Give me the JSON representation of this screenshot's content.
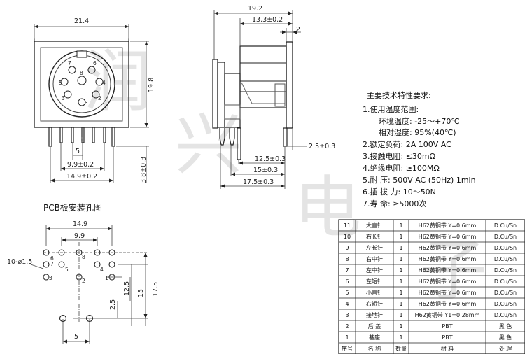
{
  "watermark": [
    "润",
    "兴",
    "电",
    "子"
  ],
  "front_view": {
    "dims": {
      "width": "21.4",
      "height": "19.8",
      "pin_pitch": "5",
      "spacing_a": "9.9±0.2",
      "spacing_b": "14.9±0.2",
      "lead": "3.8±0.3"
    },
    "pin_labels": [
      "7",
      "6",
      "8",
      "5",
      "4",
      "3",
      "2",
      "1"
    ]
  },
  "side_view": {
    "dims": {
      "depth": "19.2",
      "body": "13.3±0.2",
      "flange": "2",
      "pin_offset": "2.5±0.3",
      "row_1": "12.5±0.3",
      "row_2": "15±0.3",
      "row_3": "17.5±0.3"
    }
  },
  "specs": {
    "title": "主要技术特性要求:",
    "lines": [
      "1.使用温度范围:",
      "环境温度: -25～+70℃",
      "相对湿度: 95%(40℃)",
      "2.额定负荷: 2A 100V AC",
      "3.接触电阻: ≤30mΩ",
      "4.绝缘电阻: ≥100MΩ",
      "5.耐   压: 500V AC (50Hz) 1min",
      "6.插 拔 力: 10～50N",
      "7.寿   命: ≥5000次"
    ]
  },
  "pcb_layout": {
    "title": "PCB板安装孔图",
    "dims": {
      "width_outer": "14.9",
      "width_inner": "9.9",
      "hole": "10-⌀1.5",
      "h1": "2.5",
      "h2": "12.5",
      "h3": "15",
      "h4": "17.5",
      "bottom_pitch": "5"
    },
    "hole_labels": [
      "6",
      "7",
      "8",
      "5",
      "4",
      "1",
      "2",
      "3"
    ]
  },
  "parts_table": {
    "headers": [
      "序号",
      "名 称",
      "数量",
      "材 料",
      "处 理"
    ],
    "rows": [
      [
        "11",
        "大直针",
        "1",
        "H62黄铜带 Y=0.6mm",
        "D.Cu/Sn"
      ],
      [
        "10",
        "右长针",
        "1",
        "H62黄铜带 Y=0.6mm",
        "D.Cu/Sn"
      ],
      [
        "9",
        "左长针",
        "1",
        "H62黄铜带 Y=0.6mm",
        "D.Cu/Sn"
      ],
      [
        "8",
        "右中针",
        "1",
        "H62黄铜带 Y=0.6mm",
        "D.Cu/Sn"
      ],
      [
        "7",
        "左中针",
        "1",
        "H62黄铜带 Y=0.6mm",
        "D.Cu/Sn"
      ],
      [
        "6",
        "左短针",
        "1",
        "H62黄铜带 Y=0.6mm",
        "D.Cu/Sn"
      ],
      [
        "5",
        "小直针",
        "1",
        "H62黄铜带 Y=0.6mm",
        "D.Cu/Sn"
      ],
      [
        "4",
        "右短针",
        "1",
        "H62黄铜带 Y=0.6mm",
        "D.Cu/Sn"
      ],
      [
        "3",
        "接地针",
        "1",
        "H62黄铜带 Y1=0.28mm",
        "D.Cu/Sn"
      ],
      [
        "2",
        "后 盖",
        "1",
        "PBT",
        "黑 色"
      ],
      [
        "1",
        "基座",
        "1",
        "PBT",
        "黑 色"
      ]
    ]
  }
}
